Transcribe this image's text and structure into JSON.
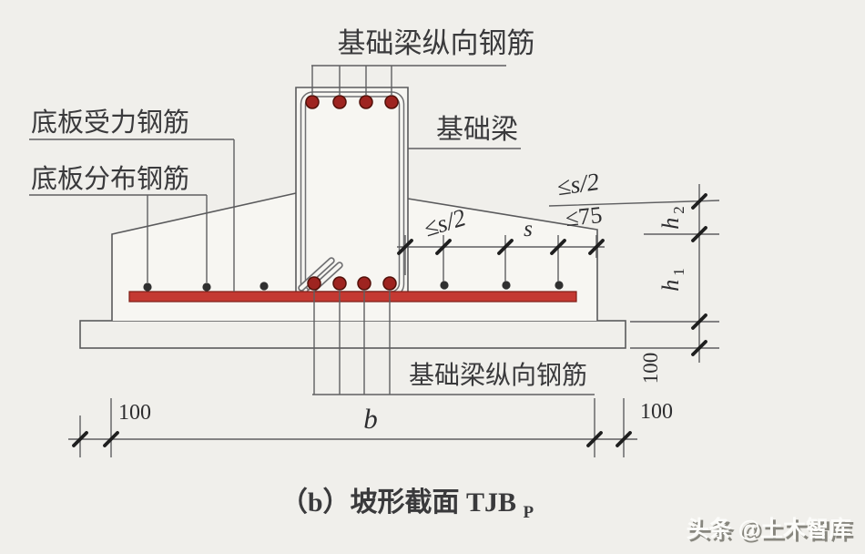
{
  "figure": {
    "caption": {
      "index_and_title": "（b）坡形截面",
      "code": "TJB",
      "code_subscript": "P"
    },
    "watermark": "头条 @土木智库",
    "labels": {
      "beam_longitudinal_rebar_top": "基础梁纵向钢筋",
      "foundation_beam": "基础梁",
      "slab_main_rebar": "底板受力钢筋",
      "slab_distribution_rebar": "底板分布钢筋",
      "beam_longitudinal_rebar_bottom": "基础梁纵向钢筋"
    },
    "dimensions": {
      "first_bar_offset_top": "≤s/2",
      "first_bar_offset": "≤s/2",
      "bar_spacing": "s",
      "edge_distance_max": "≤75",
      "slope_height_base": "h",
      "slope_height_sub": "2",
      "edge_height_base": "h",
      "edge_height_sub": "1",
      "cushion_thickness": "100",
      "cushion_left_overhang": "100",
      "cushion_right_overhang": "100",
      "footing_width": "b"
    },
    "colors": {
      "background": "#f0efeb",
      "rebar_bar_red": "#c43932",
      "rebar_dot_red": "#9e2420",
      "distribution_dot": "#303030",
      "line_gray": "#5a5a5c",
      "tick_black": "#1f1f1f"
    }
  }
}
